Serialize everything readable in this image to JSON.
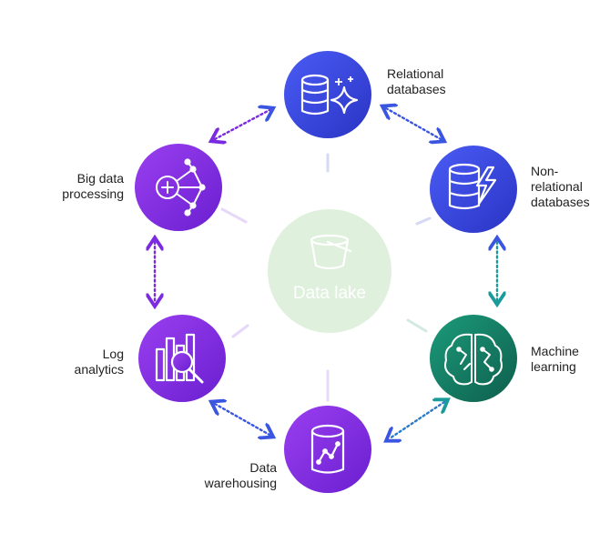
{
  "center": {
    "label": "Data lake",
    "icon": "bucket-icon"
  },
  "nodes": [
    {
      "key": "relational",
      "lines": [
        "Relational",
        "databases"
      ],
      "icon": "database-sparkle-icon",
      "color": "#3b48dd"
    },
    {
      "key": "nonrelational",
      "lines": [
        "Non-",
        "relational",
        "databases"
      ],
      "icon": "database-lightning-icon",
      "color": "#3b48dd"
    },
    {
      "key": "ml",
      "lines": [
        "Machine",
        "learning"
      ],
      "icon": "brain-circuit-icon",
      "color": "#12735f"
    },
    {
      "key": "warehousing",
      "lines": [
        "Data",
        "warehousing"
      ],
      "icon": "database-chart-icon",
      "color": "#7b2be0"
    },
    {
      "key": "log",
      "lines": [
        "Log",
        "analytics"
      ],
      "icon": "magnifier-chart-icon",
      "color": "#7b2be0"
    },
    {
      "key": "bigdata",
      "lines": [
        "Big data",
        "processing"
      ],
      "icon": "network-plus-icon",
      "color": "#7b2be0"
    }
  ],
  "colors": {
    "blue": "#3a4be3",
    "purple": "#7a29e0",
    "teal": "#14866b",
    "lake": "#dff0dd"
  }
}
